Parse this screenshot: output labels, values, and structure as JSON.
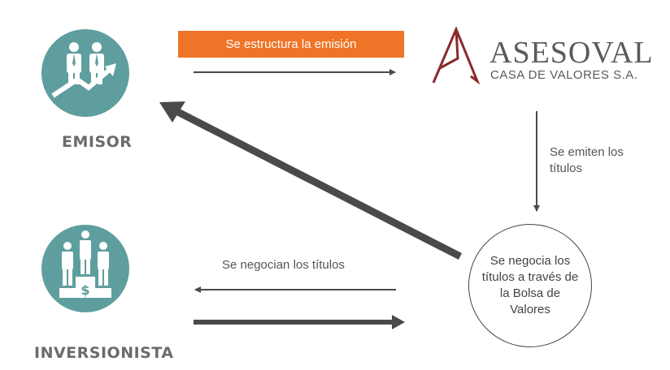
{
  "colors": {
    "teal": "#5f9e9e",
    "banner_orange": "#f07427",
    "logo_red": "#8a2a2e",
    "logo_gray": "#5a5a5a",
    "arrow_dark": "#4a4a4a"
  },
  "nodes": {
    "emisor": {
      "label": "EMISOR",
      "icon": "business-growth-icon"
    },
    "inversionista": {
      "label": "INVERSIONISTA",
      "icon": "podium-investor-icon"
    },
    "asesoval": {
      "name": "ASESOVAL",
      "subtitle": "CASA DE VALORES S.A."
    },
    "bolsa": {
      "text": "Se negocia los títulos a través de la Bolsa de Valores"
    }
  },
  "flows": {
    "estructura": "Se estructura la emisión",
    "emiten": "Se emiten los títulos",
    "negocian": "Se negocian los títulos"
  }
}
